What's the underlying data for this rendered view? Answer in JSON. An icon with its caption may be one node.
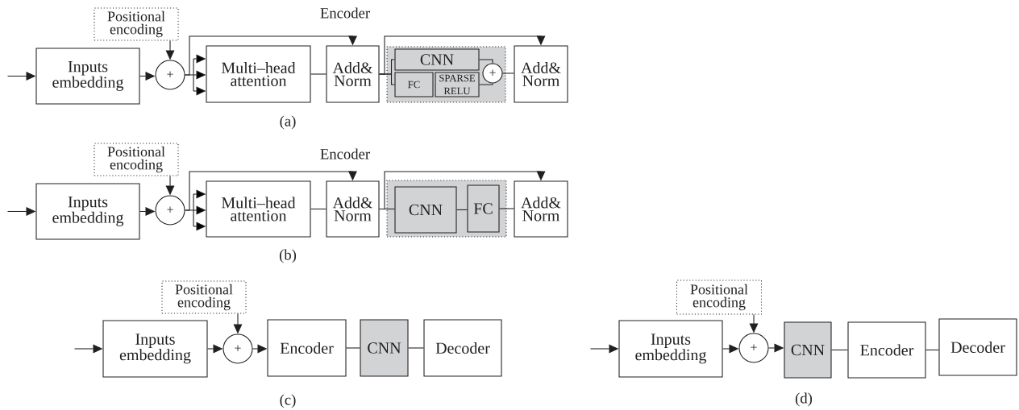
{
  "diagram": {
    "nodes": [
      {
        "text": [
          "Positional encoding"
        ]
      },
      {
        "text": [
          "Inputs embedding"
        ]
      },
      {
        "text": [
          "+"
        ]
      },
      {
        "text": [
          "Multi–head attention"
        ]
      },
      {
        "text": [
          "Add& Norm"
        ]
      },
      {
        "text": [],
        "shape": "box"
      },
      {
        "text": [
          "CNN"
        ],
        "in": 5
      },
      {
        "text": [
          "FC"
        ],
        "in": 5
      },
      {
        "text": [
          "SPARSE RELU"
        ],
        "in": 5
      },
      {
        "text": [
          "+"
        ],
        "in": 5
      },
      {
        "text": [
          "Add& Norm"
        ]
      },
      {
        "text": [
          "Positional encoding"
        ]
      },
      {
        "text": [
          "Inputs embedding"
        ]
      },
      {
        "text": [
          "+"
        ]
      },
      {
        "text": [
          "Multi–head attention"
        ]
      },
      {
        "text": [
          "Add& Norm"
        ]
      },
      {
        "text": [],
        "shape": "box"
      },
      {
        "text": [
          "CNN"
        ],
        "in": 16
      },
      {
        "text": [
          "FC"
        ],
        "in": 16
      },
      {
        "text": [
          "Add& Norm"
        ]
      },
      {
        "text": [
          "Positional encoding"
        ]
      },
      {
        "text": [
          "Inputs embedding"
        ]
      },
      {
        "text": [
          "+"
        ]
      },
      {
        "text": [
          "Encoder"
        ]
      },
      {
        "text": [
          "CNN"
        ]
      },
      {
        "text": [
          "Decoder"
        ]
      },
      {
        "text": [
          "Positional encoding"
        ]
      },
      {
        "text": [
          "Inputs embedding"
        ]
      },
      {
        "text": [
          "+"
        ]
      },
      {
        "text": [
          "CNN"
        ]
      },
      {
        "text": [
          "Encoder"
        ]
      },
      {
        "text": [
          "Decoder"
        ]
      }
    ],
    "edges": [
      {
        "from": null,
        "to": 1,
        "arrow": "to"
      },
      {
        "from": 1,
        "to": 2,
        "arrow": "to"
      },
      {
        "from": 0,
        "to": 2,
        "arrow": "to"
      },
      {
        "from": 2,
        "to": 3,
        "arrow": "to"
      },
      {
        "from": 2,
        "to": 4,
        "arrow": "to"
      },
      {
        "from": 3,
        "to": 4,
        "arrow": "none"
      },
      {
        "from": 4,
        "to": 6,
        "arrow": "none"
      },
      {
        "from": 4,
        "to": 7,
        "arrow": "none"
      },
      {
        "from": 4,
        "to": 10,
        "arrow": "to"
      },
      {
        "from": 6,
        "to": 9,
        "arrow": "none"
      },
      {
        "from": 8,
        "to": 9,
        "arrow": "none"
      },
      {
        "from": 9,
        "to": 10,
        "arrow": "none"
      },
      {
        "from": null,
        "to": 12,
        "arrow": "to"
      },
      {
        "from": 12,
        "to": 13,
        "arrow": "to"
      },
      {
        "from": 11,
        "to": 13,
        "arrow": "to"
      },
      {
        "from": 13,
        "to": 14,
        "arrow": "to"
      },
      {
        "from": 13,
        "to": 15,
        "arrow": "to"
      },
      {
        "from": 14,
        "to": 15,
        "arrow": "none"
      },
      {
        "from": 15,
        "to": 17,
        "arrow": "none"
      },
      {
        "from": 17,
        "to": 18,
        "arrow": "none"
      },
      {
        "from": 18,
        "to": 19,
        "arrow": "none"
      },
      {
        "from": 15,
        "to": 19,
        "arrow": "to"
      },
      {
        "from": null,
        "to": 21,
        "arrow": "to"
      },
      {
        "from": 21,
        "to": 22,
        "arrow": "to"
      },
      {
        "from": 20,
        "to": 22,
        "arrow": "to"
      },
      {
        "from": 22,
        "to": 23,
        "arrow": "to"
      },
      {
        "from": 23,
        "to": 24,
        "arrow": "none"
      },
      {
        "from": 24,
        "to": 25,
        "arrow": "none"
      },
      {
        "from": null,
        "to": 27,
        "arrow": "to"
      },
      {
        "from": 27,
        "to": 28,
        "arrow": "to"
      },
      {
        "from": 26,
        "to": 28,
        "arrow": "to"
      },
      {
        "from": 28,
        "to": 29,
        "arrow": "to"
      },
      {
        "from": 29,
        "to": 30,
        "arrow": "none"
      },
      {
        "from": 30,
        "to": 31,
        "arrow": "none"
      }
    ],
    "labels": [
      "Encoder",
      "(a)",
      "Encoder",
      "(b)",
      "(c)",
      "(d)"
    ]
  }
}
